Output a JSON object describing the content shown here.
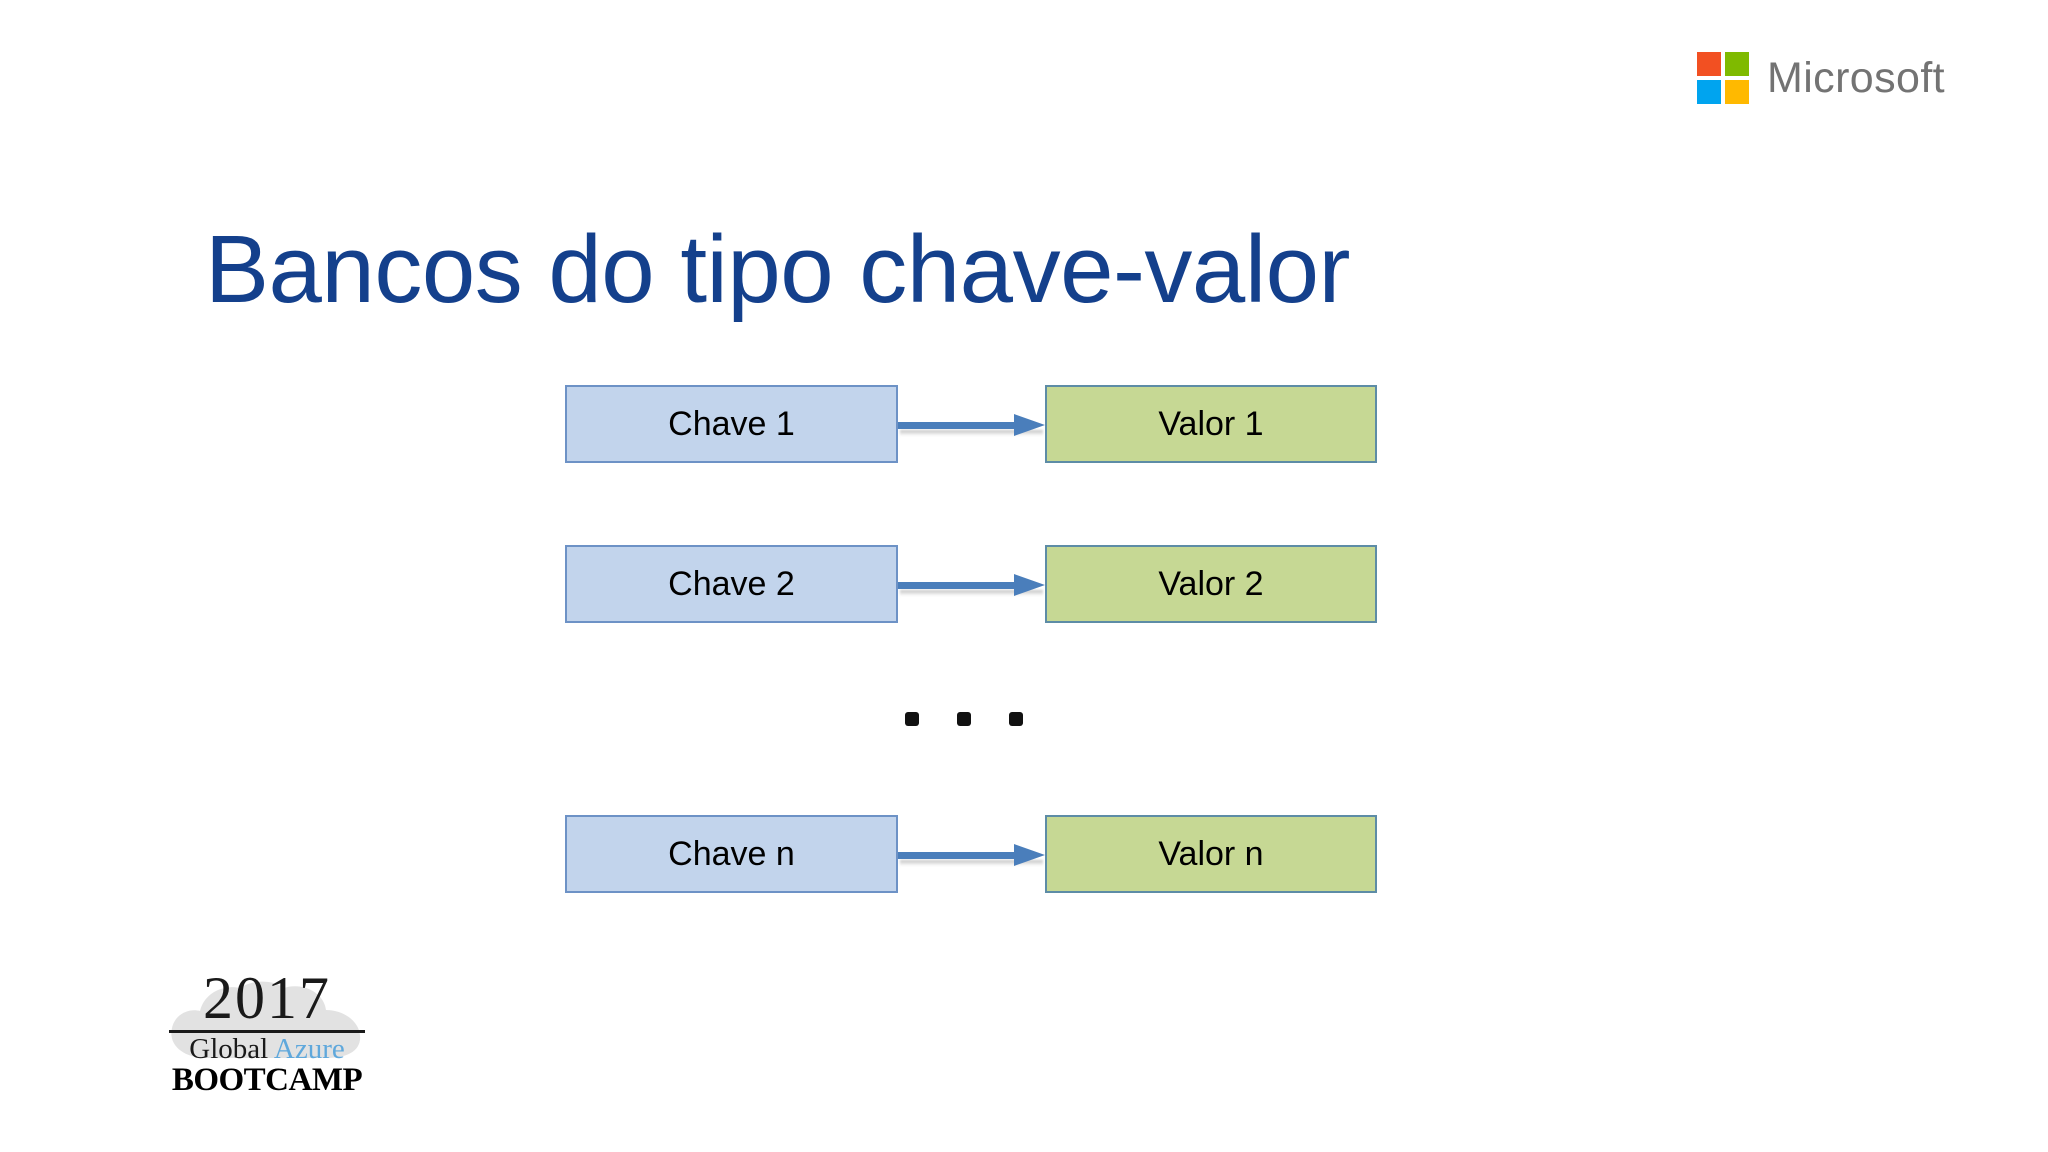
{
  "slide": {
    "background_color": "#ffffff",
    "title": "Bancos do tipo chave-valor",
    "title_color": "#14408c"
  },
  "brand": {
    "microsoft_wordmark": "Microsoft",
    "wordmark_color": "#737373",
    "squares": [
      {
        "name": "red",
        "color": "#f25022"
      },
      {
        "name": "green",
        "color": "#7fba00"
      },
      {
        "name": "blue",
        "color": "#00a4ef"
      },
      {
        "name": "yellow",
        "color": "#ffb900"
      }
    ]
  },
  "diagram": {
    "key_fill": "#c2d4ec",
    "key_border": "#6d92c6",
    "value_fill": "#c6d894",
    "value_border": "#5d8ca6",
    "arrow_color": "#4a7ebb",
    "ellipsis": "...",
    "rows": [
      {
        "key": "Chave 1",
        "value": "Valor 1"
      },
      {
        "key": "Chave 2",
        "value": "Valor 2"
      },
      {
        "key": "Chave n",
        "value": "Valor n"
      }
    ]
  },
  "event_logo": {
    "year": "2017",
    "global": "Global",
    "azure": "Azure",
    "azure_color": "#5fa8dc",
    "bootcamp": "BOOTCAMP"
  }
}
